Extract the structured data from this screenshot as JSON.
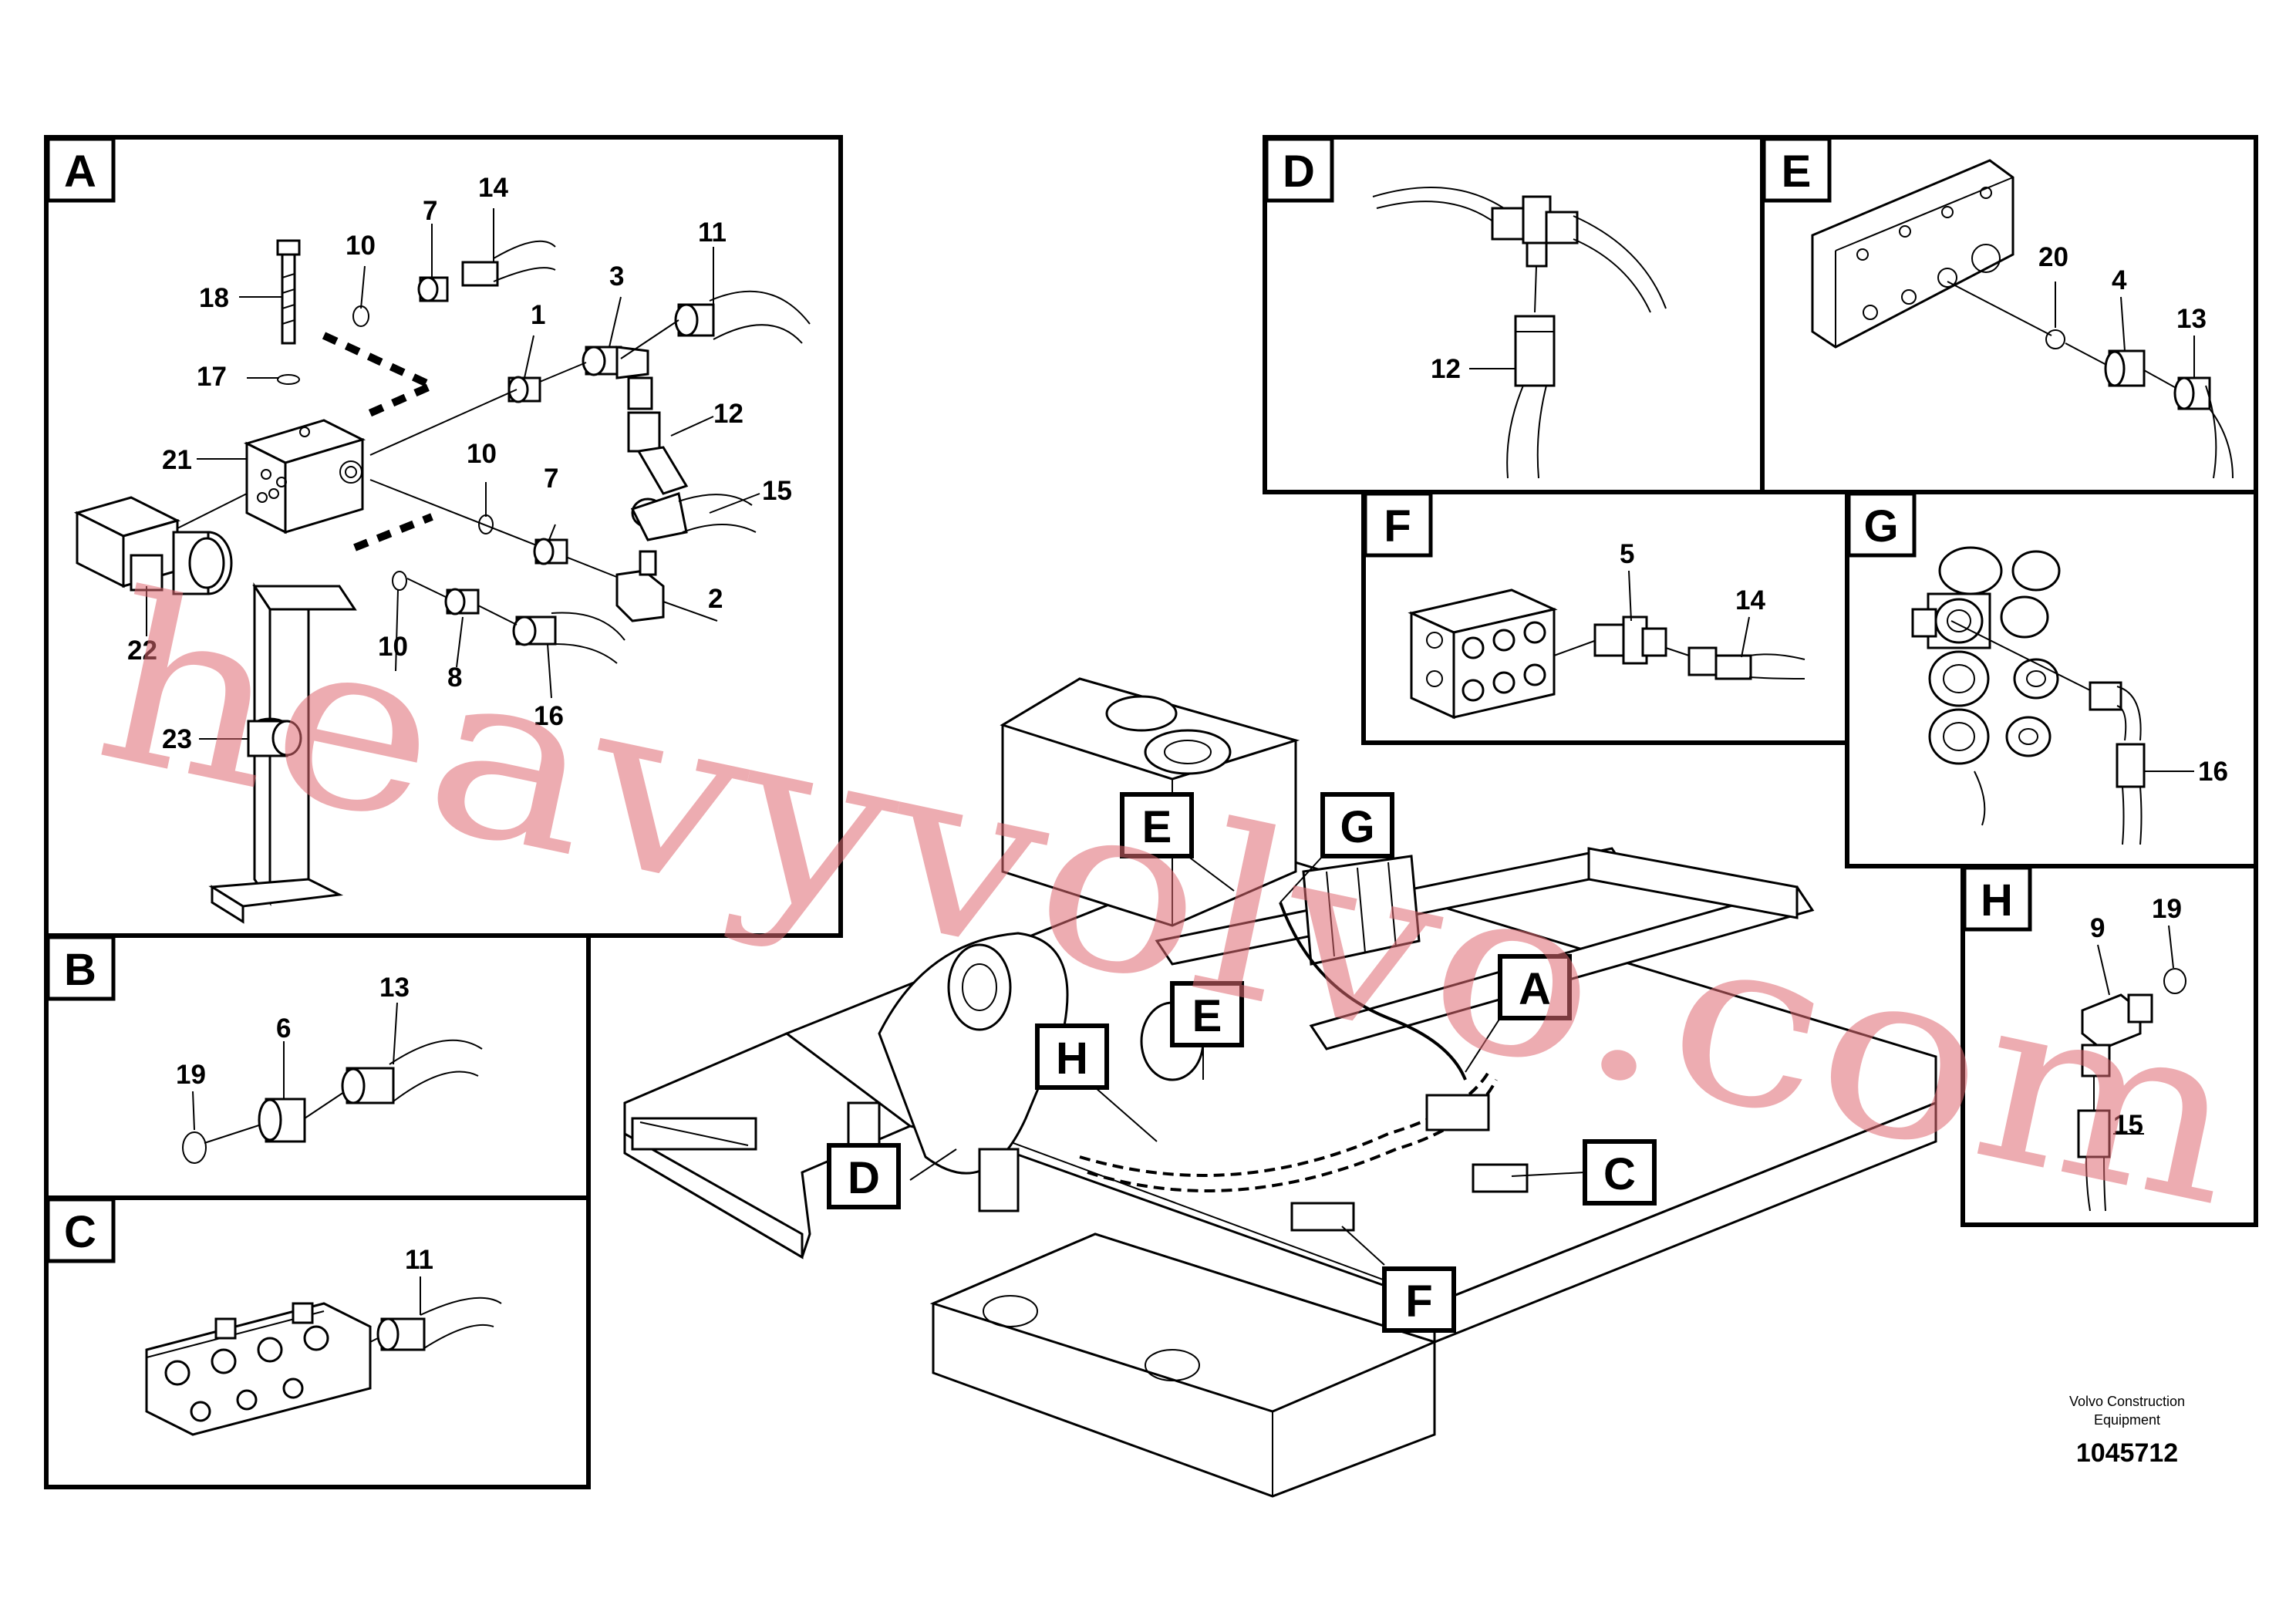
{
  "panels": {
    "A": {
      "letter": "A",
      "callouts": [
        "1",
        "2",
        "3",
        "7",
        "7",
        "8",
        "10",
        "10",
        "10",
        "11",
        "12",
        "14",
        "15",
        "16",
        "17",
        "18",
        "21",
        "22",
        "23"
      ]
    },
    "B": {
      "letter": "B",
      "callouts": [
        "19",
        "6",
        "13"
      ]
    },
    "C": {
      "letter": "C",
      "callouts": [
        "11"
      ]
    },
    "D": {
      "letter": "D",
      "callouts": [
        "12"
      ]
    },
    "E": {
      "letter": "E",
      "callouts": [
        "20",
        "4",
        "13"
      ]
    },
    "F": {
      "letter": "F",
      "callouts": [
        "5",
        "14"
      ]
    },
    "G": {
      "letter": "G",
      "callouts": [
        "16"
      ]
    },
    "H": {
      "letter": "H",
      "callouts": [
        "9",
        "19",
        "15"
      ]
    }
  },
  "main_view_tags": [
    "E",
    "G",
    "E",
    "H",
    "A",
    "D",
    "C",
    "F"
  ],
  "watermark": "heavyvolvo.com",
  "footer": {
    "company_line1": "Volvo Construction",
    "company_line2": "Equipment",
    "drawing_number": "1045712"
  }
}
